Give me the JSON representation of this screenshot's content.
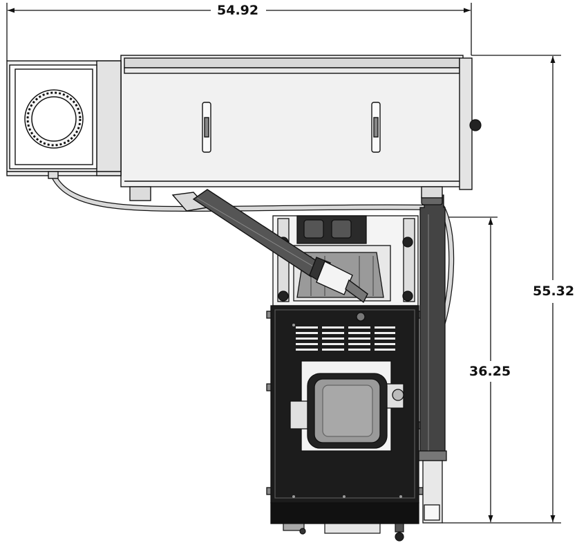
{
  "dimensions": {
    "overall_width": "54.92",
    "overall_height": "55.32",
    "lower_height": "36.25"
  },
  "colors": {
    "line": "#111111",
    "panel_light": "#f2f2f2",
    "panel_mid": "#d6d6d6",
    "hose": "#4a4a4a",
    "housing": "#1c1c1c"
  }
}
